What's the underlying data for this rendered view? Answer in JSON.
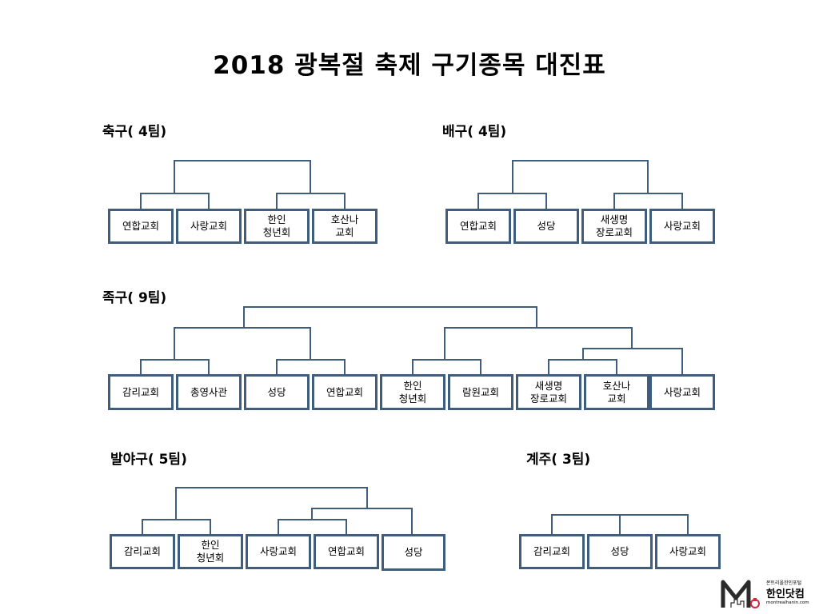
{
  "title": "2018 광복절 축제 구기종목 대진표",
  "colors": {
    "line": "#3f5e7d",
    "box_border": "#3f5e7d",
    "logo_accent": "#d7263d"
  },
  "sections": {
    "soccer": {
      "title": "축구( 4팀)",
      "teams": [
        "연합교회",
        "사랑교회",
        "한인\n청년회",
        "호산나\n교회"
      ]
    },
    "volleyball": {
      "title": "배구( 4팀)",
      "teams": [
        "연합교회",
        "성당",
        "새생명\n장로교회",
        "사랑교회"
      ]
    },
    "footvolley": {
      "title": "족구( 9팀)",
      "teams": [
        "감리교회",
        "총영사관",
        "성당",
        "연합교회",
        "한인\n청년회",
        "람원교회",
        "새생명\n장로교회",
        "호산나\n교회",
        "사랑교회"
      ]
    },
    "footbaseball": {
      "title": "발야구( 5팀)",
      "teams": [
        "감리교회",
        "한인\n청년회",
        "사랑교회",
        "연합교회",
        "성당"
      ]
    },
    "gateball": {
      "title": "계주( 3팀)",
      "teams": [
        "감리교회",
        "성당",
        "사랑교회"
      ]
    }
  },
  "logo": {
    "small": "몬트리올한인포털",
    "big": "한인닷컴",
    "url": "montrealhanin.com"
  }
}
